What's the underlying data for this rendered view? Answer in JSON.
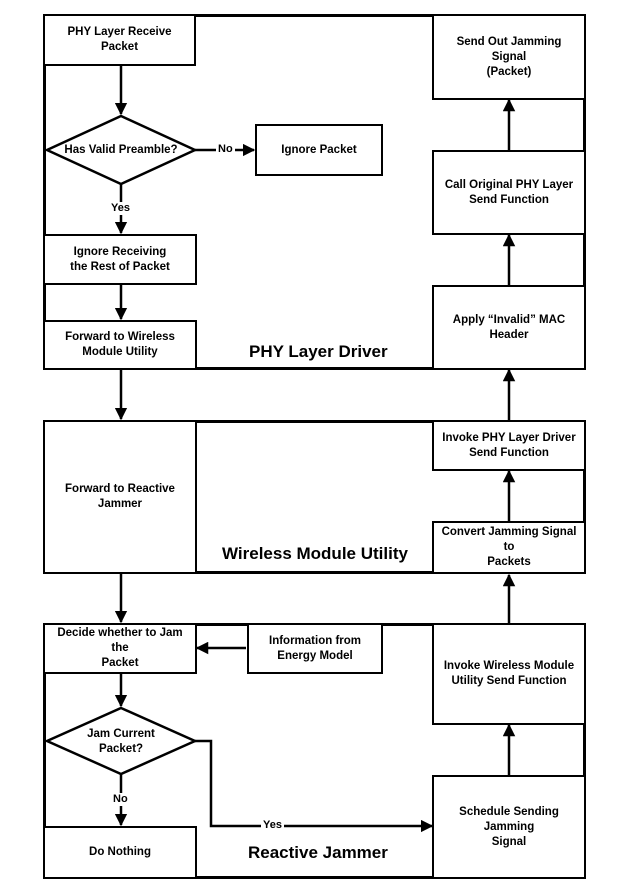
{
  "sections": {
    "phy": "PHY Layer Driver",
    "wmu": "Wireless Module Utility",
    "rj": "Reactive Jammer"
  },
  "nodes": {
    "phy_receive": "PHY Layer Receive Packet",
    "valid_preamble": "Has Valid Preamble?",
    "ignore_packet": "Ignore Packet",
    "ignore_rest": "Ignore Receiving\nthe Rest of Packet",
    "forward_wmu": "Forward to Wireless\nModule Utility",
    "send_out_jamming": "Send Out Jamming Signal\n(Packet)",
    "call_original_phy": "Call Original PHY Layer\nSend Function",
    "apply_invalid_mac": "Apply “Invalid” MAC\nHeader",
    "forward_reactive": "Forward to Reactive\nJammer",
    "invoke_phy_driver": "Invoke PHY Layer Driver\nSend Function",
    "convert_jamming": "Convert Jamming Signal to\nPackets",
    "decide_jam": "Decide whether to Jam the\nPacket",
    "energy_model": "Information from\nEnergy Model",
    "jam_current": "Jam Current\nPacket?",
    "do_nothing": "Do Nothing",
    "invoke_wmu_send": "Invoke Wireless Module\nUtility Send Function",
    "schedule_jamming": "Schedule Sending Jamming\nSignal"
  },
  "edge_labels": {
    "no_preamble": "No",
    "yes_preamble": "Yes",
    "no_jam": "No",
    "yes_jam": "Yes"
  }
}
